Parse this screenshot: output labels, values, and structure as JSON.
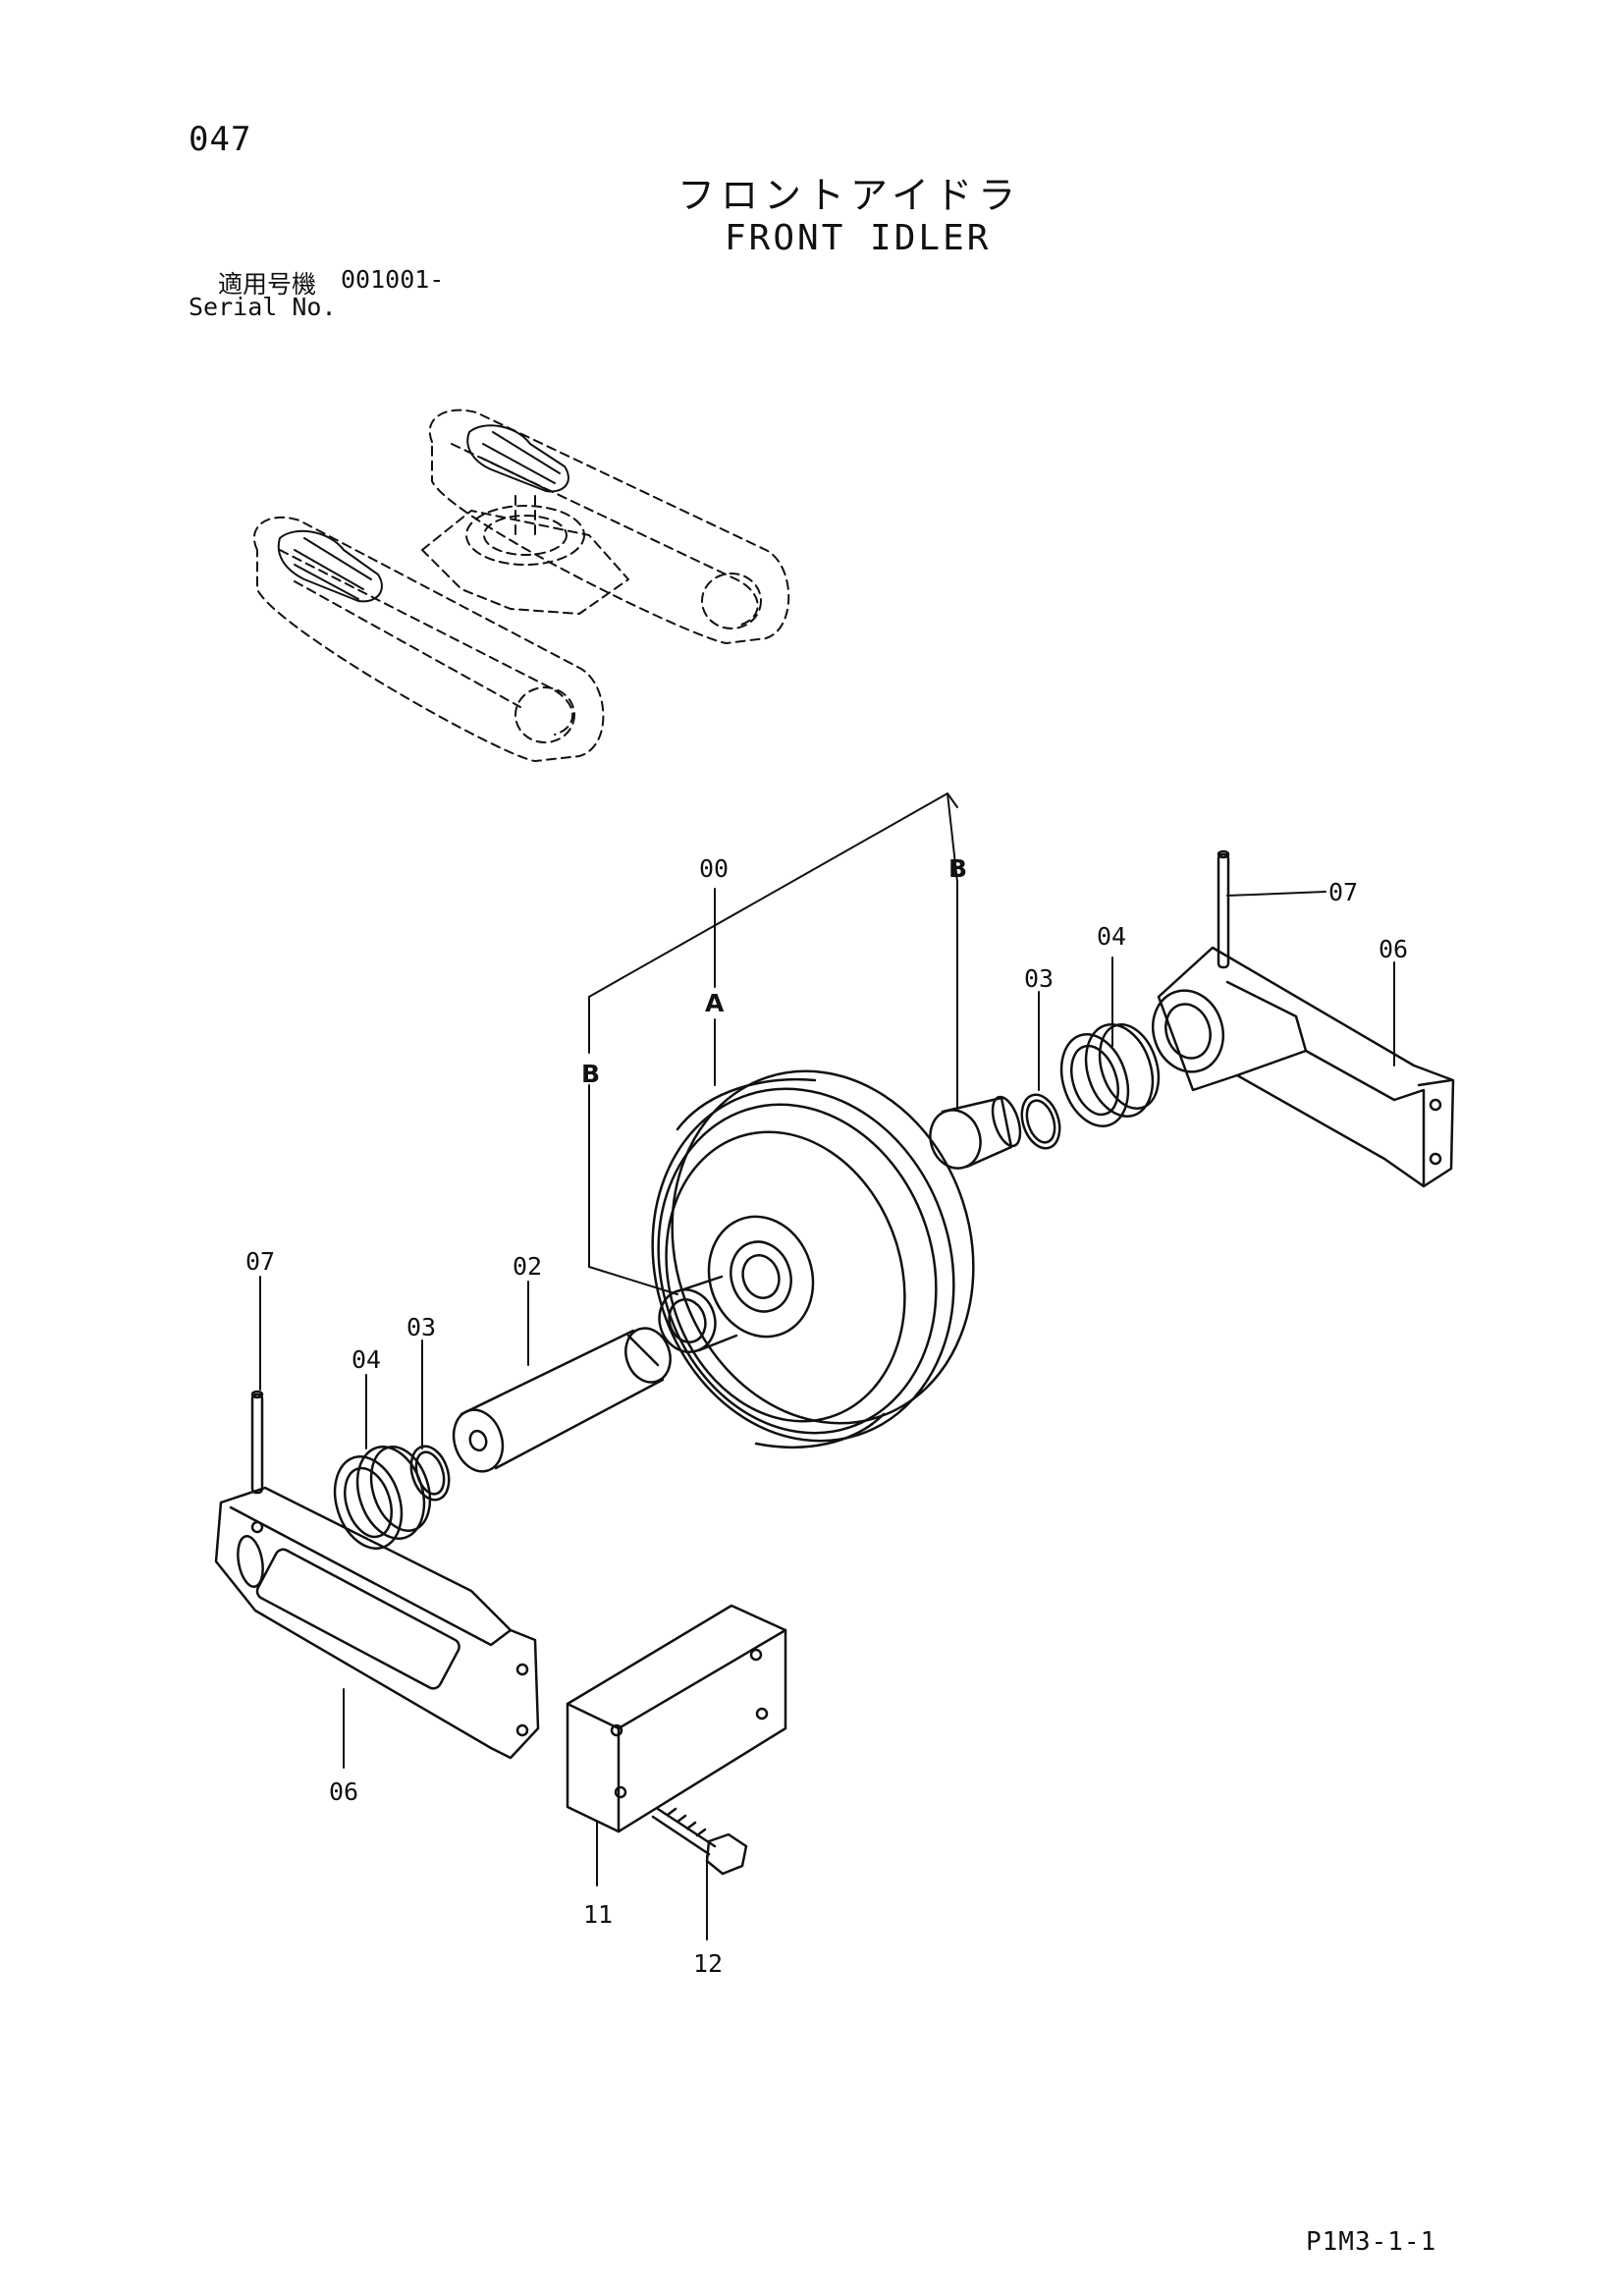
{
  "page": {
    "number": "047",
    "title_jp": "フロントアイドラ",
    "title_en": "FRONT IDLER",
    "serial_label_jp": "適用号機",
    "serial_value": "001001-",
    "serial_label_en": "Serial No.",
    "footer_code": "P1M3-1-1"
  },
  "callouts": {
    "c00": "00",
    "cA": "A",
    "cB_upper": "B",
    "cB_left": "B",
    "c03_right": "03",
    "c04_right": "04",
    "c07_right": "07",
    "c06_right": "06",
    "c07_left": "07",
    "c02": "02",
    "c03_left": "03",
    "c04_left": "04",
    "c06_left": "06",
    "c11": "11",
    "c12": "12"
  }
}
